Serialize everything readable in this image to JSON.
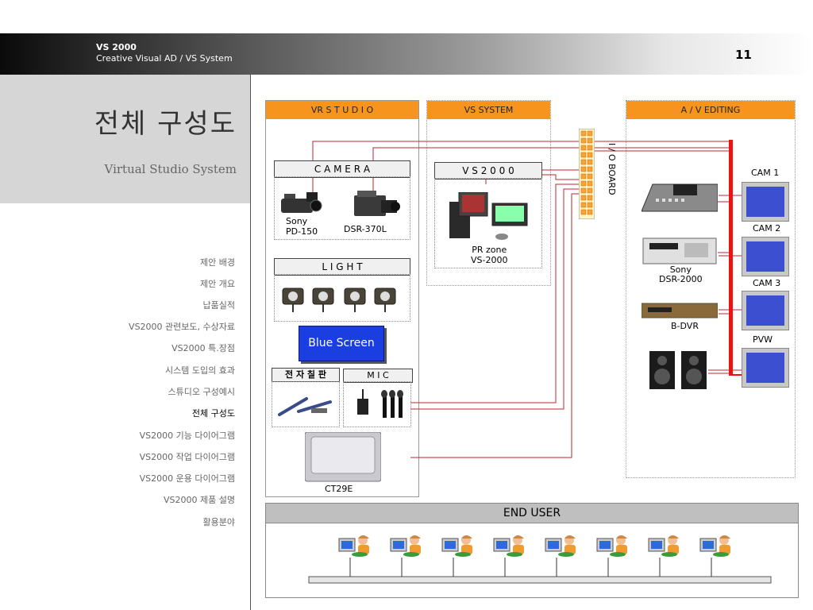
{
  "header": {
    "brand": "VS 2000",
    "subtitle": "Creative Visual AD / VS System",
    "page_number": "11"
  },
  "title": {
    "main": "전체 구성도",
    "sub": "Virtual Studio System"
  },
  "nav": {
    "items": [
      "제안 배경",
      "제안 개요",
      "납품실적",
      "VS2000 관련보도, 수상자료",
      "VS2000 특.장점",
      "시스템 도입의 효과",
      "스튜디오 구성예시",
      "전체 구성도",
      "VS2000 기능 다이어그램",
      "VS2000 작업 다이어그램",
      "VS2000 운용 다이어그램",
      "VS2000 제품 설명",
      "활용분야"
    ],
    "active_index": 7
  },
  "sections": {
    "vr_studio": "VR S T U D I O",
    "vs_system": "VS  SYSTEM",
    "av_editing": "A / V EDITING"
  },
  "studio": {
    "camera_label": "C A M E R A",
    "camera1": "Sony\nPD-150",
    "camera1_line1": "Sony",
    "camera1_line2": "PD-150",
    "camera2": "DSR-370L",
    "light_label": "L  I  G  H  T",
    "blue_screen": "Blue Screen",
    "board_label": "전 자 칠 판",
    "mic_label": "M  I  C",
    "tv": "CT29E"
  },
  "vs": {
    "label": "V S 2 0 0 0",
    "zone_line1": "PR zone",
    "zone_line2": "VS-2000"
  },
  "io_board": "I / O BOARD",
  "editing": {
    "sony_line1": "Sony",
    "sony_line2": "DSR-2000",
    "bdvr": "B-DVR",
    "monitors": [
      "CAM 1",
      "CAM 2",
      "CAM 3",
      "PVW"
    ]
  },
  "end_user": {
    "label": "END USER",
    "user_count": 8
  },
  "colors": {
    "accent": "#f7941d",
    "wire": "#c0272d",
    "screen": "#3d4fd1",
    "blue_screen": "#1a3ee0"
  }
}
